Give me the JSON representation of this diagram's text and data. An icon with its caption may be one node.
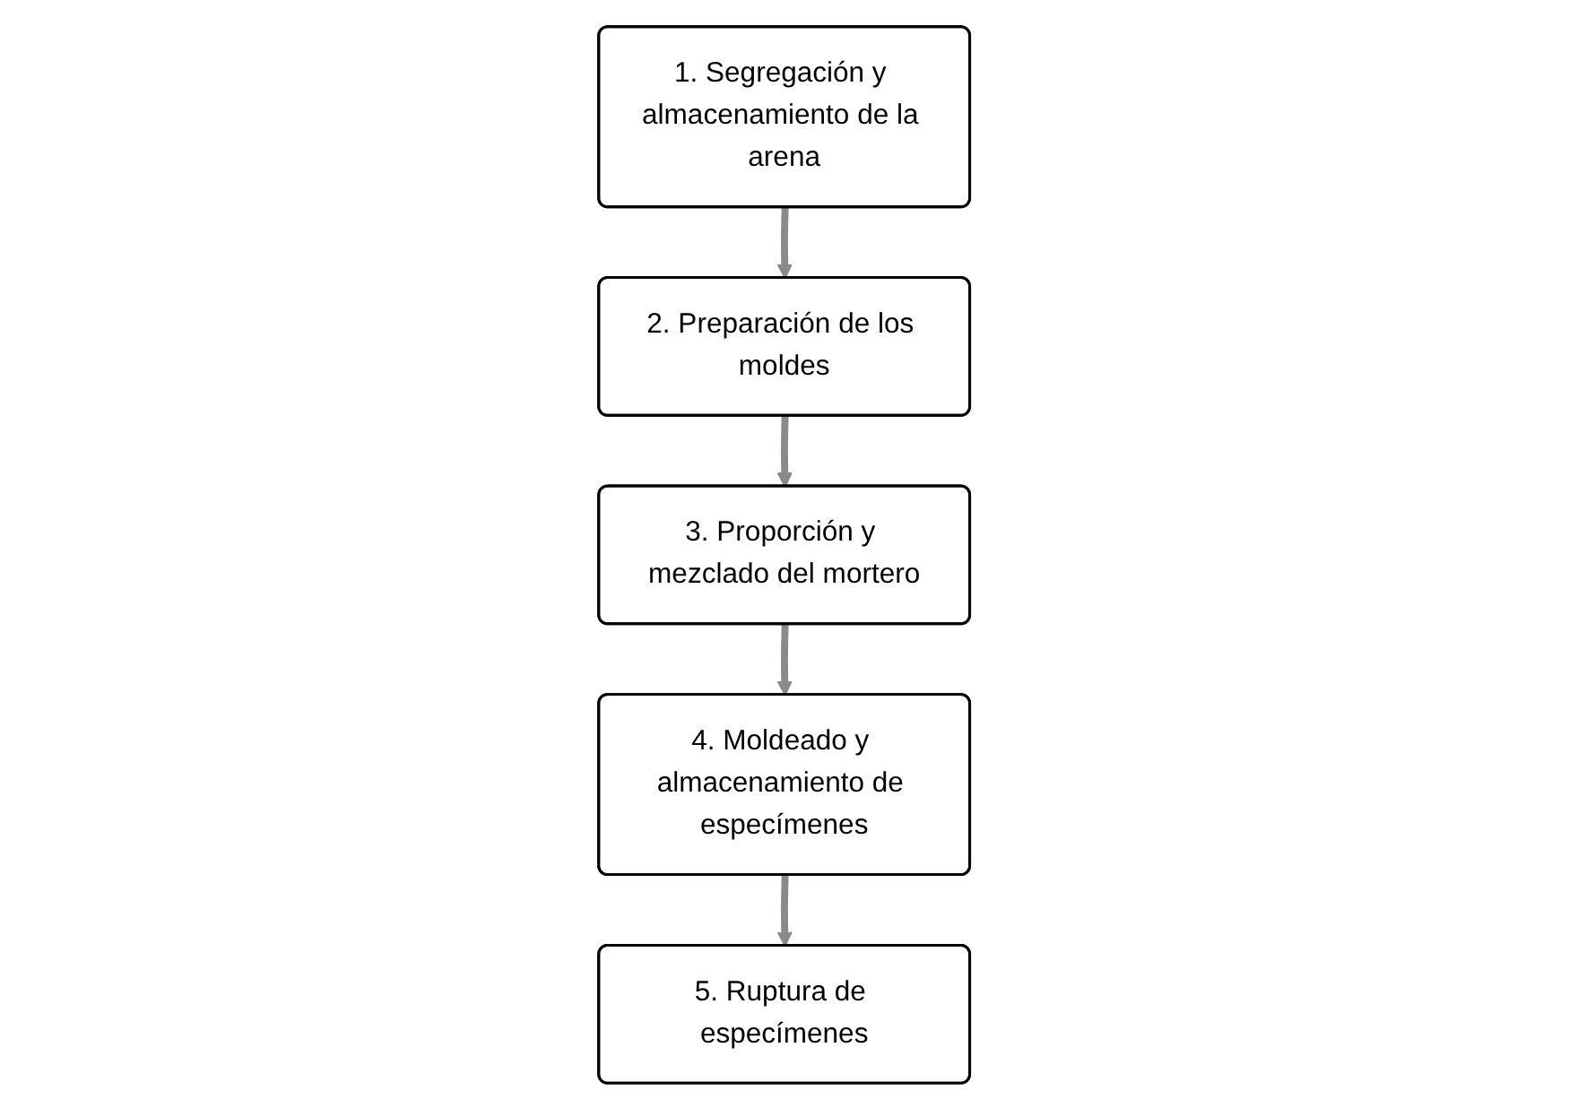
{
  "diagram": {
    "nodes": [
      {
        "text": [
          "1. Segregación y almacenamiento de la arena"
        ]
      },
      {
        "text": [
          "2. Preparación de los moldes"
        ]
      },
      {
        "text": [
          "3. Proporción y mezclado del mortero"
        ]
      },
      {
        "text": [
          "4. Moldeado y almacenamiento de especímenes"
        ]
      },
      {
        "text": [
          "5. Ruptura de especímenes"
        ]
      }
    ],
    "edges": [
      {
        "from": 0,
        "to": 1,
        "arrow": "to"
      },
      {
        "from": 1,
        "to": 2,
        "arrow": "to"
      },
      {
        "from": 2,
        "to": 3,
        "arrow": "to"
      },
      {
        "from": 3,
        "to": 4,
        "arrow": "to"
      }
    ]
  }
}
